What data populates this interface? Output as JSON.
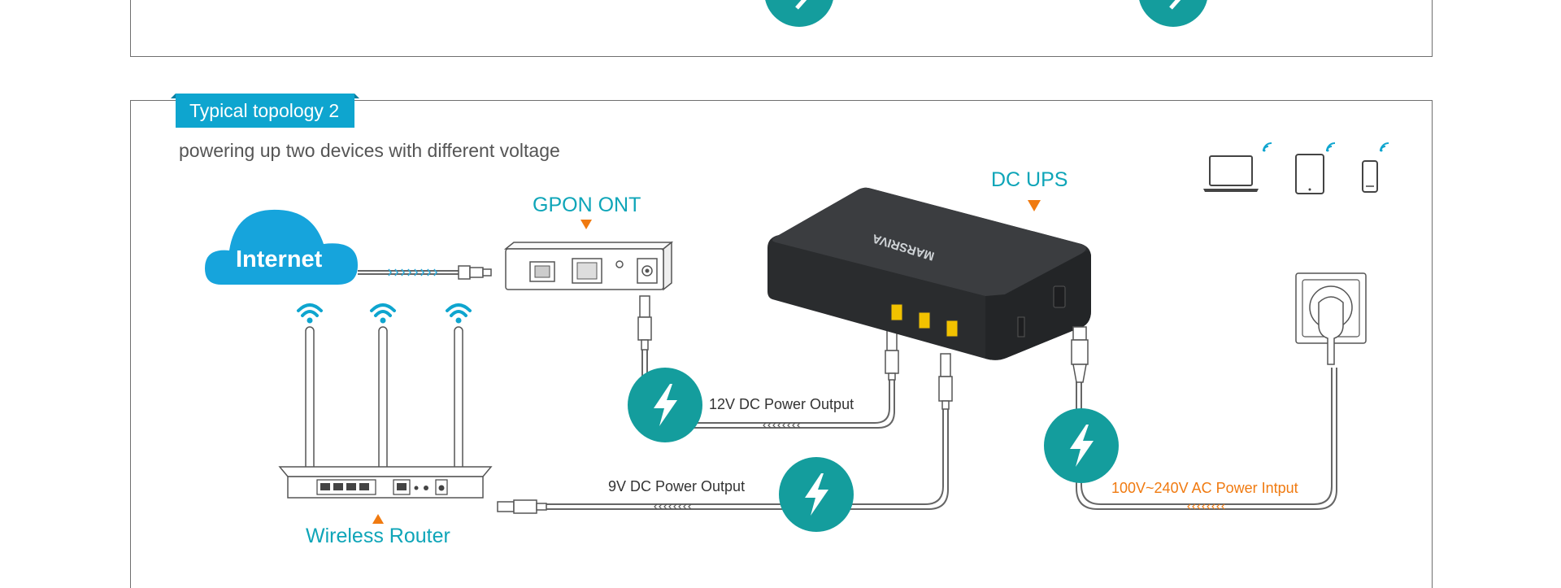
{
  "section": {
    "tag_label": "Typical topology 2",
    "subtitle": "powering up two devices with different voltage"
  },
  "devices": {
    "internet": "Internet",
    "gpon": "GPON ONT",
    "ups": "DC UPS",
    "router": "Wireless Router",
    "brand": "MARSRIVA"
  },
  "cables": {
    "out_12v": "12V DC Power Output",
    "out_9v": "9V DC Power Output",
    "ac_input": "100V~240V AC Power Intput"
  },
  "colors": {
    "accent": "#0ea5b8",
    "tag_bg": "#0ea5cf",
    "power_badge": "#149d9d",
    "ups_body": "#2f3133",
    "port_yellow": "#f2c200",
    "arrow_orange": "#f07a10"
  },
  "icons": [
    "cloud-icon",
    "power-bolt-icon",
    "wifi-icon",
    "laptop-icon",
    "tablet-icon",
    "phone-icon",
    "wall-outlet-icon"
  ]
}
